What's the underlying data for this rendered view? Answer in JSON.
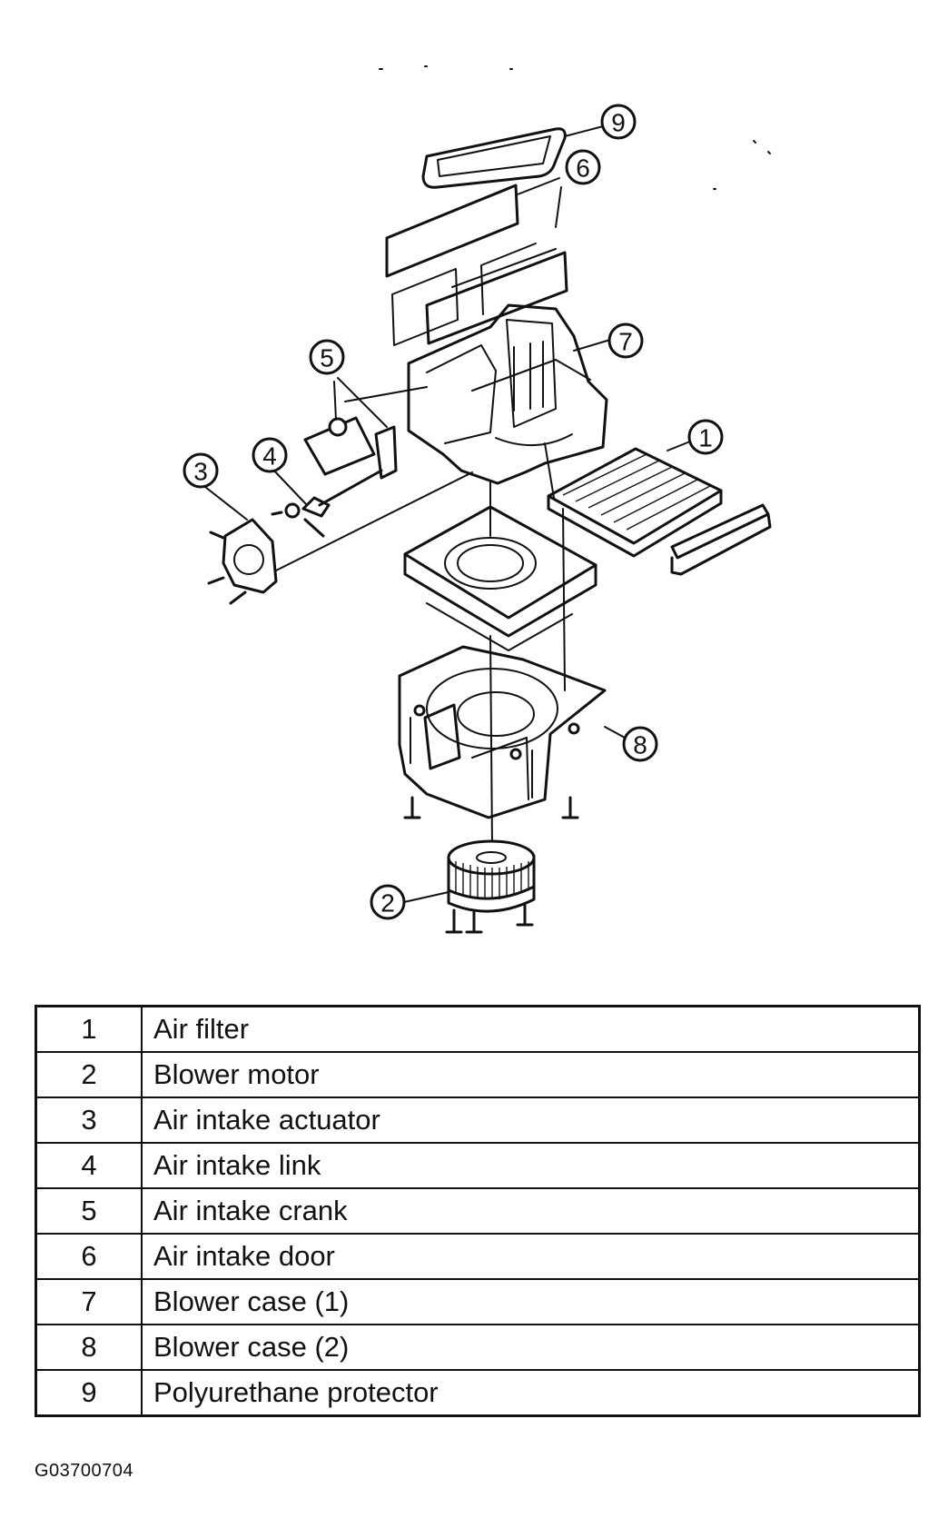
{
  "diagram": {
    "callouts": [
      "1",
      "2",
      "3",
      "4",
      "5",
      "6",
      "7",
      "8",
      "9"
    ]
  },
  "legend": {
    "rows": [
      {
        "number": "1",
        "description": "Air filter"
      },
      {
        "number": "2",
        "description": "Blower motor"
      },
      {
        "number": "3",
        "description": "Air intake actuator"
      },
      {
        "number": "4",
        "description": "Air intake link"
      },
      {
        "number": "5",
        "description": "Air intake crank"
      },
      {
        "number": "6",
        "description": "Air intake door"
      },
      {
        "number": "7",
        "description": "Blower case (1)"
      },
      {
        "number": "8",
        "description": "Blower case (2)"
      },
      {
        "number": "9",
        "description": "Polyurethane protector"
      }
    ]
  },
  "figure_code": "G03700704"
}
